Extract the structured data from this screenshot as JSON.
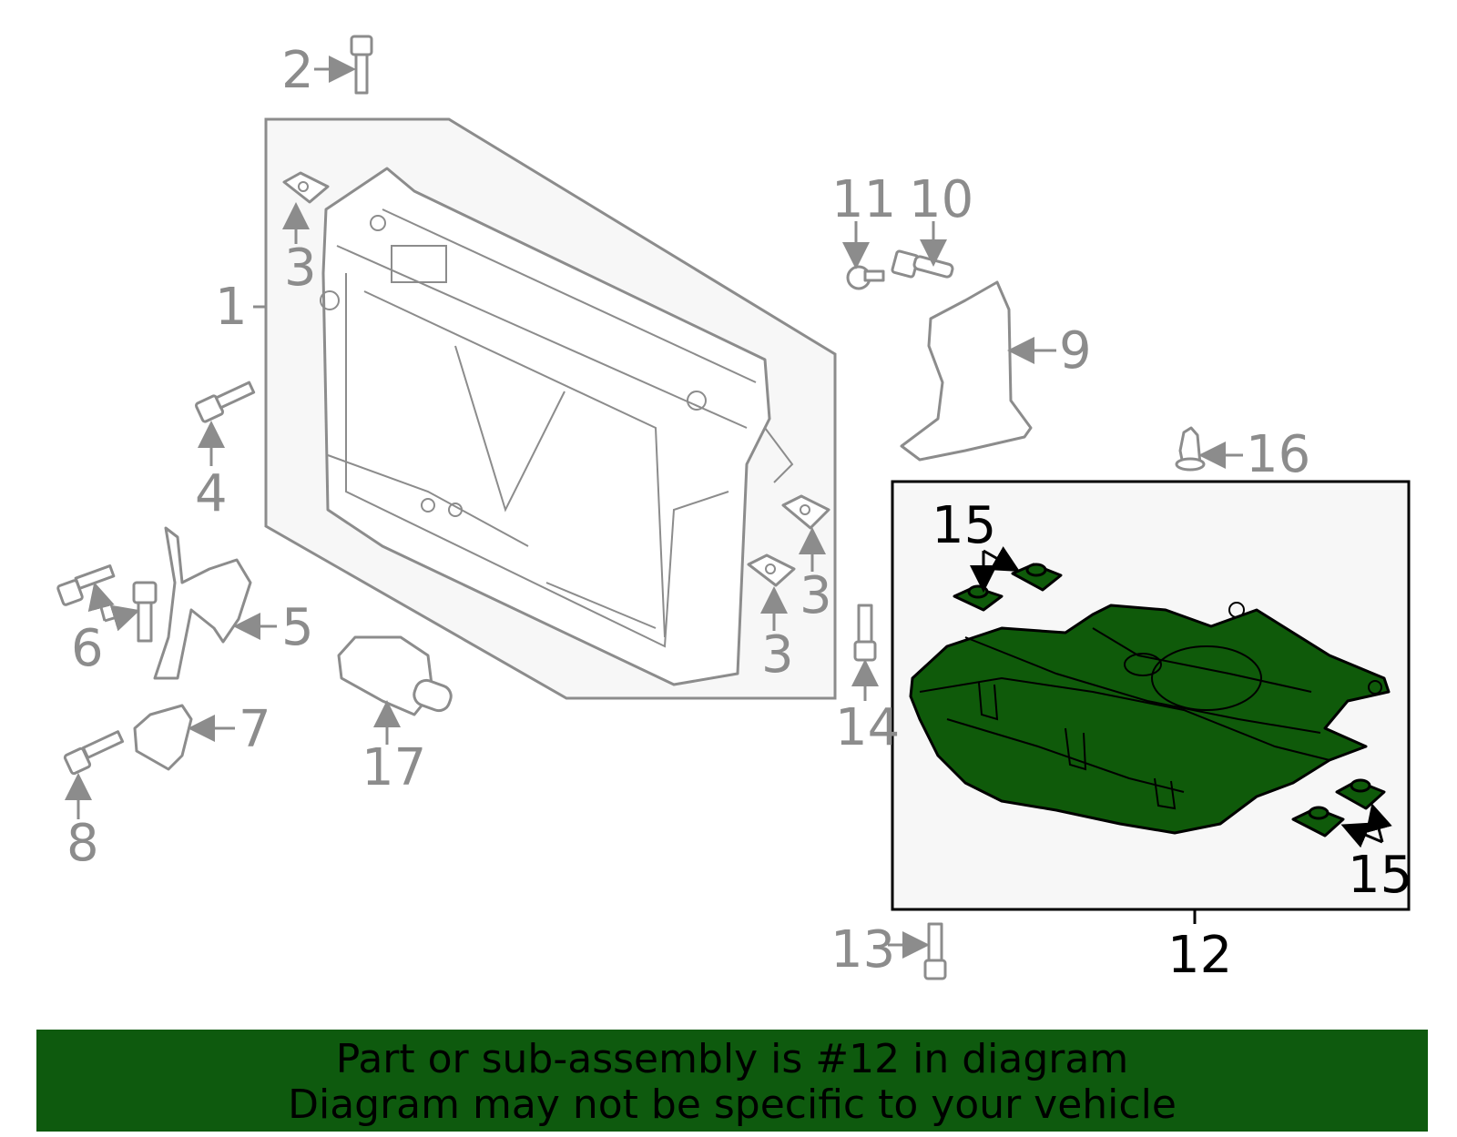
{
  "callouts": {
    "c1": "1",
    "c2": "2",
    "c3a": "3",
    "c3b": "3",
    "c3c": "3",
    "c4": "4",
    "c5": "5",
    "c6": "6",
    "c7": "7",
    "c8": "8",
    "c9": "9",
    "c10": "10",
    "c11": "11",
    "c12": "12",
    "c13": "13",
    "c14": "14",
    "c15a": "15",
    "c15b": "15",
    "c16": "16",
    "c17": "17"
  },
  "banner": {
    "line1": "Part or sub-assembly is #12 in diagram",
    "line2": "Diagram may not be specific to your vehicle"
  },
  "colors": {
    "highlight": "#0f5a0a",
    "banner": "#0e5a0e",
    "muted": "#8c8c8c"
  }
}
